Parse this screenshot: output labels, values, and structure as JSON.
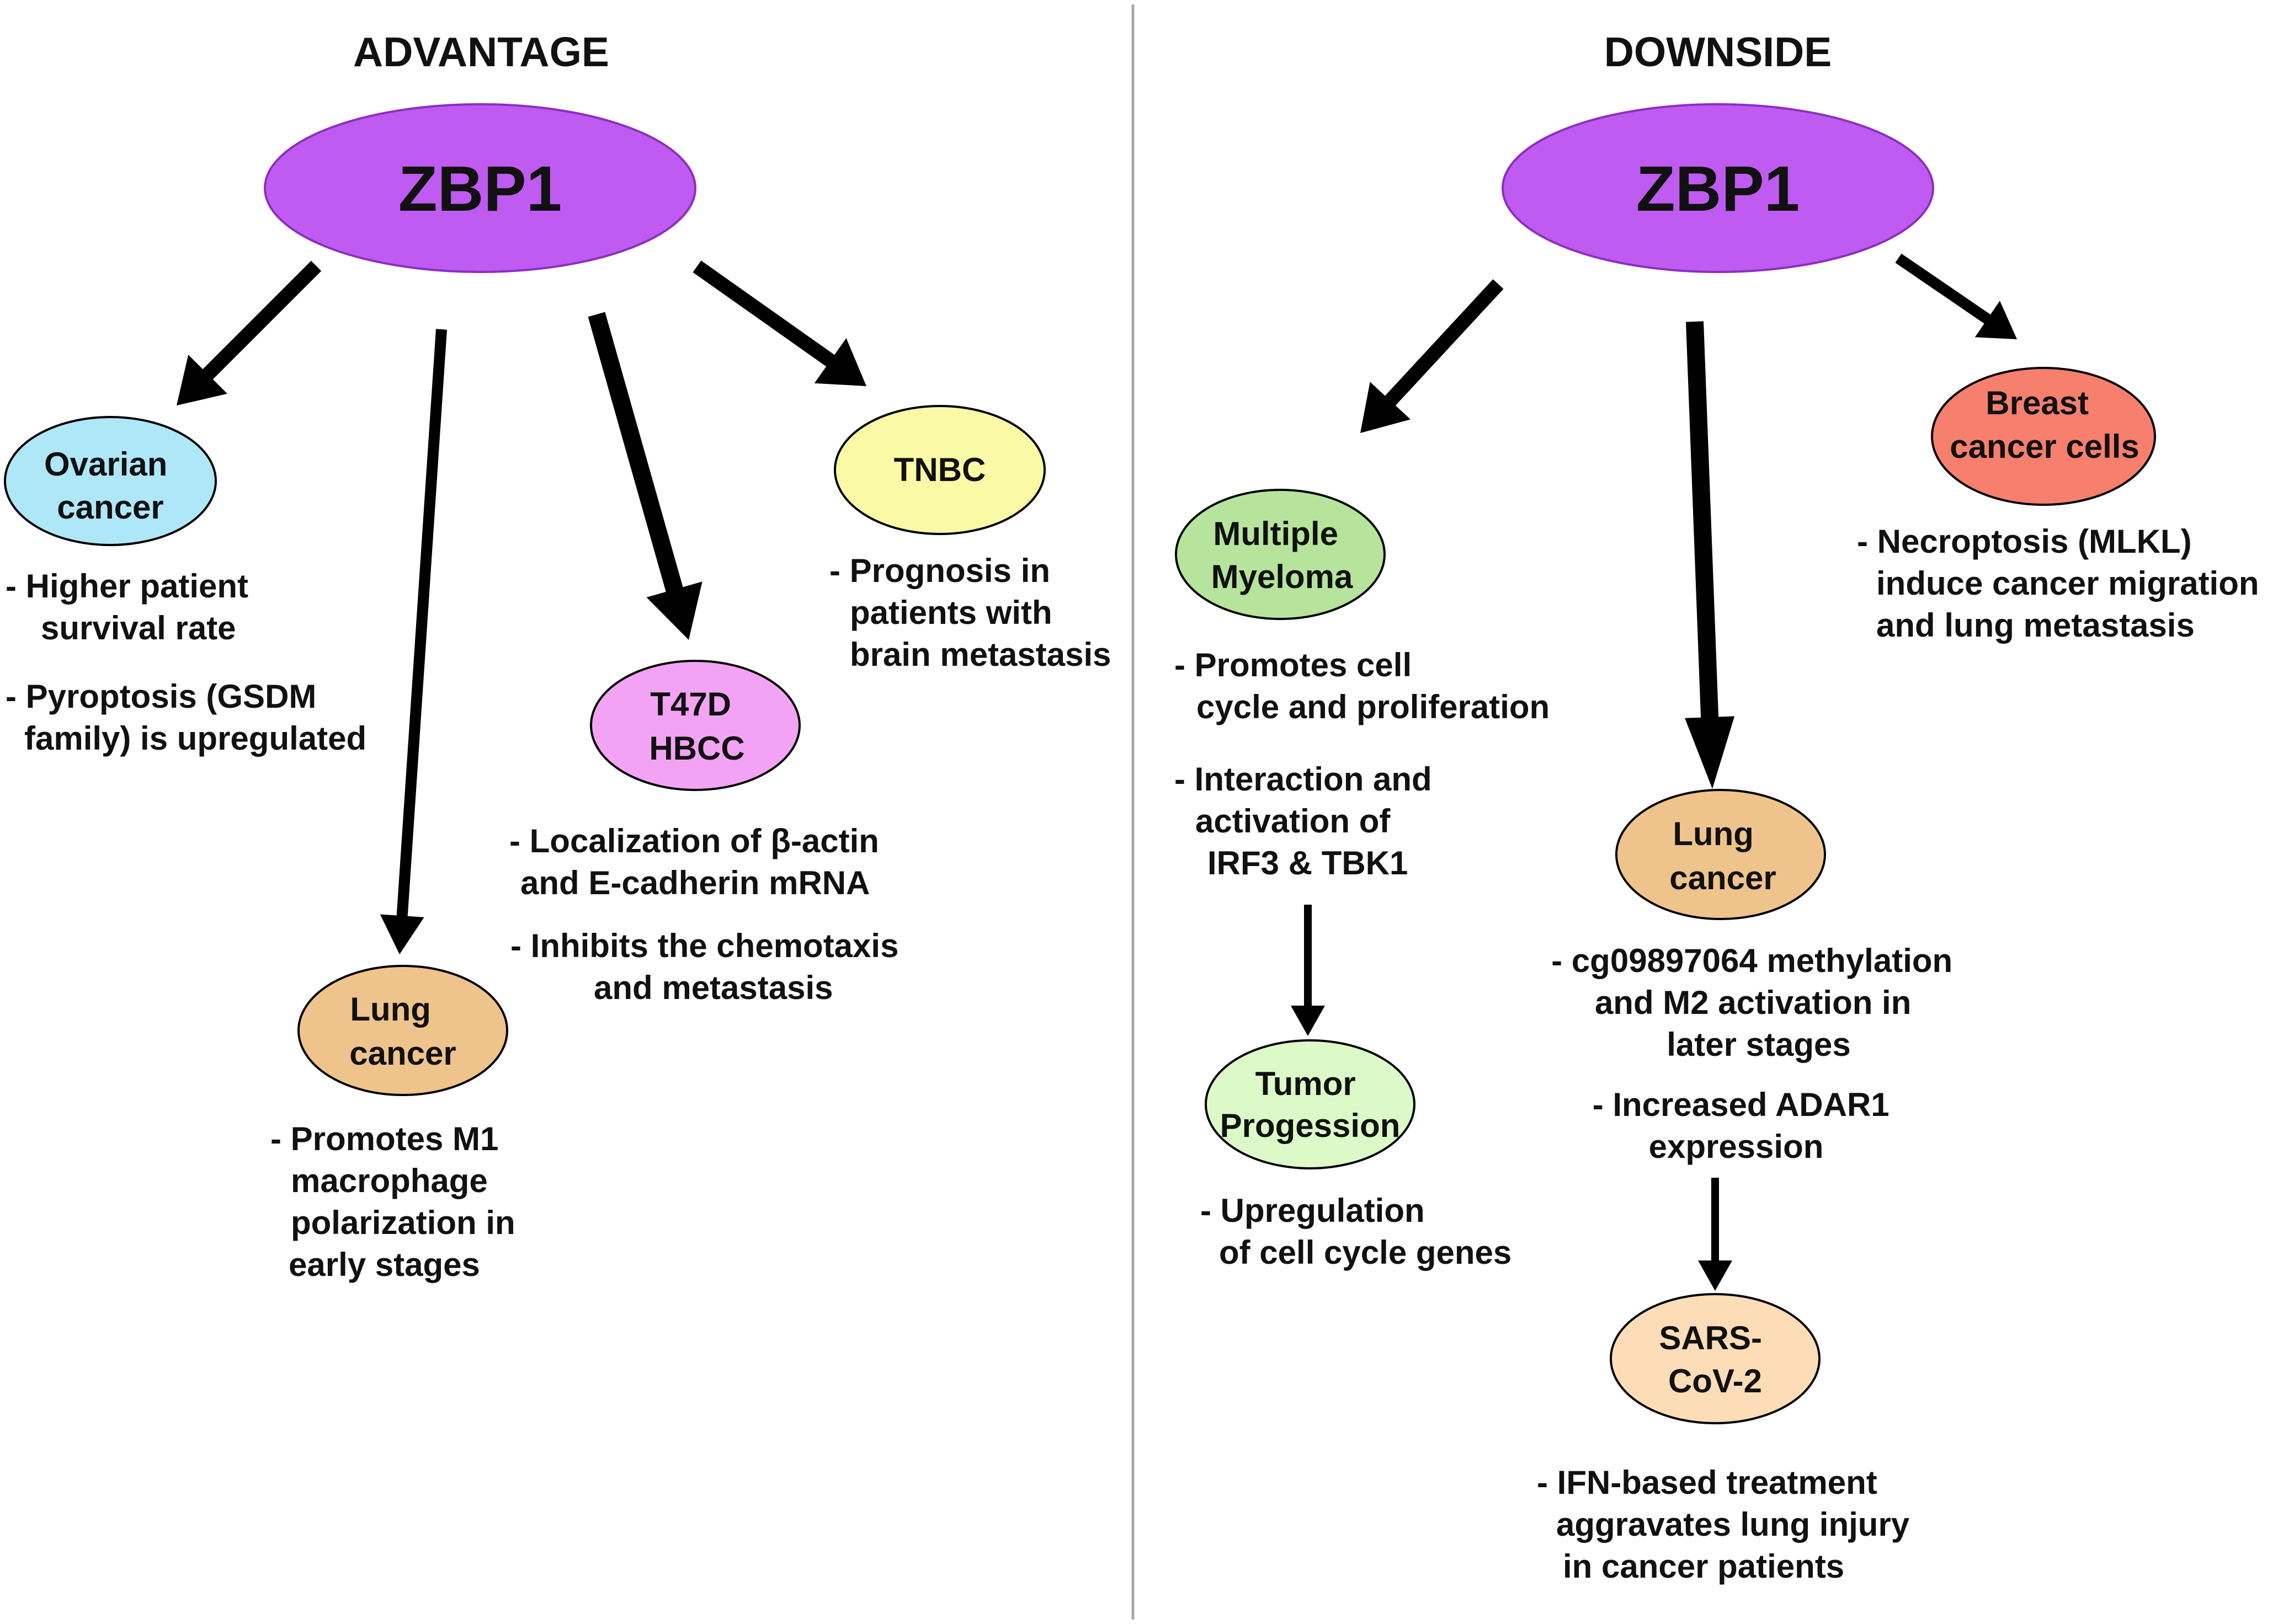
{
  "advantage": {
    "heading": "ADVANTAGE",
    "hub": "ZBP1",
    "ovarian": {
      "label": [
        "Ovarian",
        "cancer"
      ],
      "notes": [
        [
          "-  Higher patient",
          "survival rate"
        ],
        [
          "- Pyroptosis (GSDM",
          "family) is upregulated"
        ]
      ]
    },
    "lung": {
      "label": [
        "Lung",
        "cancer"
      ],
      "notes": [
        [
          "- Promotes M1",
          "macrophage",
          "polarization in",
          "early stages"
        ]
      ]
    },
    "t47d": {
      "label": [
        "T47D",
        "HBCC"
      ],
      "notes": [
        [
          "- Localization of β-actin",
          "and E-cadherin mRNA"
        ],
        [
          "- Inhibits the chemotaxis",
          "and metastasis"
        ]
      ]
    },
    "tnbc": {
      "label": [
        "TNBC"
      ],
      "notes": [
        [
          "- Prognosis in",
          "patients with",
          "brain metastasis"
        ]
      ]
    }
  },
  "downside": {
    "heading": "DOWNSIDE",
    "hub": "ZBP1",
    "myeloma": {
      "label": [
        "Multiple",
        "Myeloma"
      ],
      "notes": [
        [
          "- Promotes cell",
          "cycle and proliferation"
        ],
        [
          "- Interaction and",
          "activation of",
          "IRF3 & TBK1"
        ]
      ]
    },
    "tumor": {
      "label": [
        "Tumor",
        "Progession"
      ],
      "notes": [
        [
          "- Upregulation",
          "of cell cycle genes"
        ]
      ]
    },
    "lung": {
      "label": [
        "Lung",
        "cancer"
      ],
      "notes": [
        [
          "- cg09897064 methylation",
          "and M2 activation in",
          "later stages"
        ],
        [
          "- Increased ADAR1",
          "expression"
        ]
      ]
    },
    "sars": {
      "label": [
        "SARS-",
        "CoV-2"
      ],
      "notes": [
        [
          "- IFN-based treatment",
          "aggravates lung injury",
          "in cancer patients"
        ]
      ]
    },
    "breast": {
      "label": [
        "Breast",
        "cancer cells"
      ],
      "notes": [
        [
          "- Necroptosis (MLKL)",
          "induce cancer migration",
          "and lung metastasis"
        ]
      ]
    }
  },
  "colors": {
    "zbp1": "#BF5BF0",
    "ovarian": "#AEE8F8",
    "lung": "#EEC48C",
    "t47d": "#F3A3F4",
    "tnbc": "#FAFAA6",
    "myeloma": "#B6E49C",
    "tumor": "#DCFAC8",
    "sars": "#FCDDB8",
    "breast": "#F77F6E",
    "divider": "#A8A8A8",
    "arrow": "#000000"
  }
}
